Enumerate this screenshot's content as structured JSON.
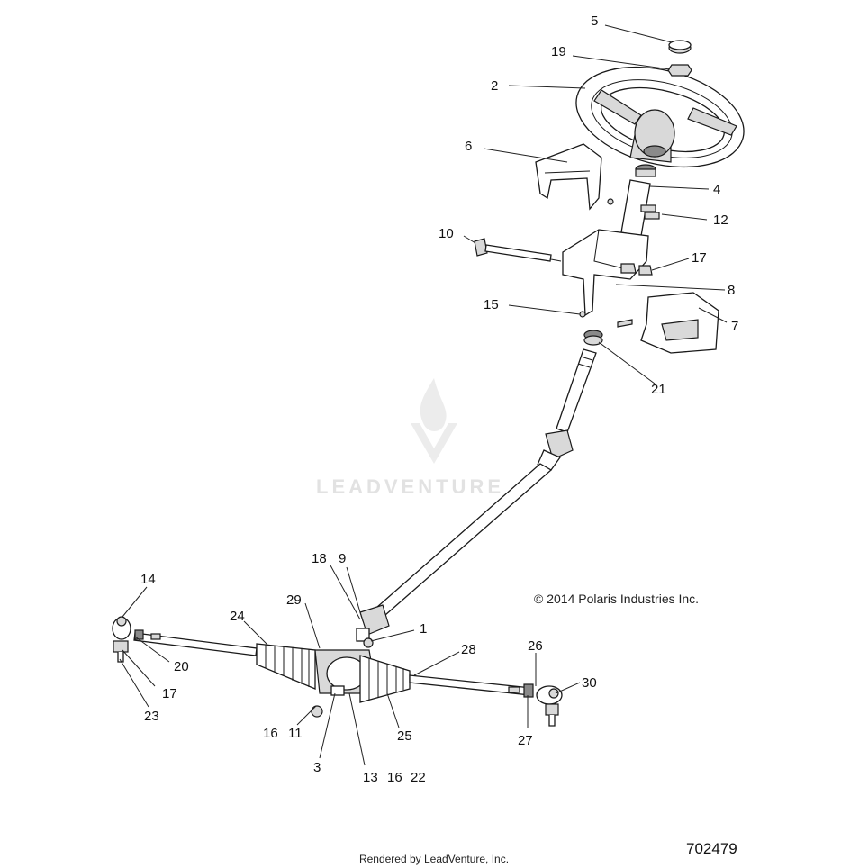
{
  "copyright": "© 2014 Polaris Industries Inc.",
  "drawing_number": "702479",
  "rendered_by": "Rendered by LeadVenture, Inc.",
  "watermark": "LEADVENTURE",
  "watermark_icon": "flame-logo-icon",
  "callouts": [
    {
      "id": "5",
      "label": "5"
    },
    {
      "id": "19",
      "label": "19"
    },
    {
      "id": "2",
      "label": "2"
    },
    {
      "id": "6",
      "label": "6"
    },
    {
      "id": "4",
      "label": "4"
    },
    {
      "id": "12",
      "label": "12"
    },
    {
      "id": "10",
      "label": "10"
    },
    {
      "id": "17a",
      "label": "17"
    },
    {
      "id": "8",
      "label": "8"
    },
    {
      "id": "15",
      "label": "15"
    },
    {
      "id": "7",
      "label": "7"
    },
    {
      "id": "21",
      "label": "21"
    },
    {
      "id": "18",
      "label": "18"
    },
    {
      "id": "9",
      "label": "9"
    },
    {
      "id": "14",
      "label": "14"
    },
    {
      "id": "29",
      "label": "29"
    },
    {
      "id": "1",
      "label": "1"
    },
    {
      "id": "24",
      "label": "24"
    },
    {
      "id": "28",
      "label": "28"
    },
    {
      "id": "26",
      "label": "26"
    },
    {
      "id": "30",
      "label": "30"
    },
    {
      "id": "20",
      "label": "20"
    },
    {
      "id": "17b",
      "label": "17"
    },
    {
      "id": "23",
      "label": "23"
    },
    {
      "id": "16a",
      "label": "16"
    },
    {
      "id": "11",
      "label": "11"
    },
    {
      "id": "25",
      "label": "25"
    },
    {
      "id": "27",
      "label": "27"
    },
    {
      "id": "3",
      "label": "3"
    },
    {
      "id": "13",
      "label": "13"
    },
    {
      "id": "16b",
      "label": "16"
    },
    {
      "id": "22",
      "label": "22"
    }
  ]
}
